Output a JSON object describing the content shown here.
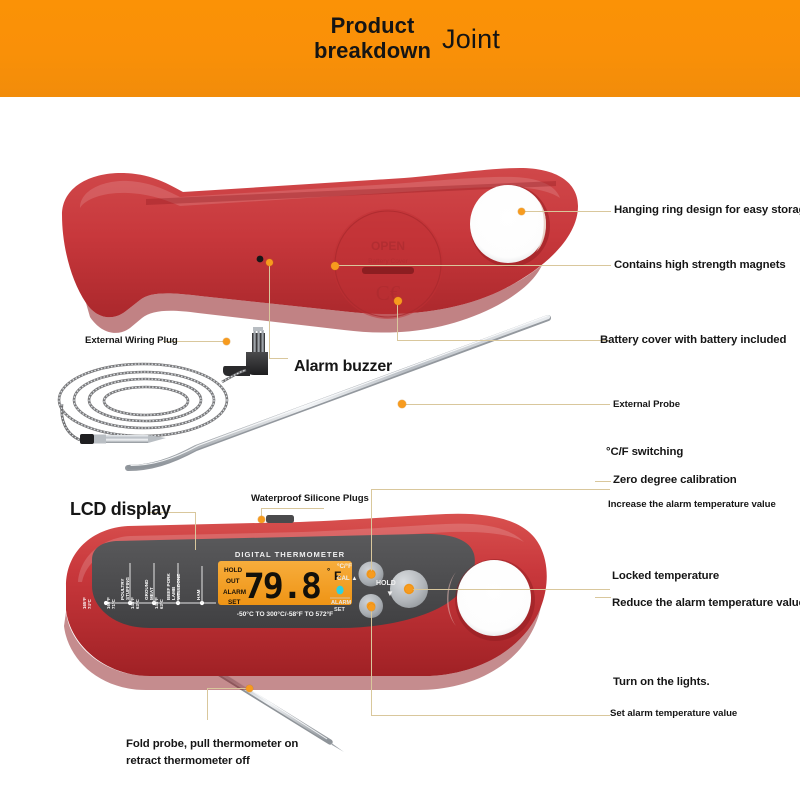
{
  "header": {
    "title_line1": "Product",
    "title_line2": "breakdown",
    "subtitle": "Joint",
    "bg_color": "#f99008"
  },
  "colors": {
    "accent_orange": "#f79b1e",
    "leader_line": "#d9c79c",
    "body_red": "#c9383c",
    "body_red_dark": "#a32327",
    "lcd_amber": "#f4a026",
    "panel_gray": "#4b4b4d",
    "led_cyan": "#2fd0e0",
    "steel": "#c9ccd0"
  },
  "callouts_right": [
    {
      "id": "hanging-ring",
      "label": "Hanging ring design for easy storage",
      "size": "md"
    },
    {
      "id": "magnets",
      "label": "Contains high strength magnets",
      "size": "md"
    },
    {
      "id": "battery-cover",
      "label": "Battery cover with battery included",
      "size": "md"
    },
    {
      "id": "external-probe",
      "label": "External Probe",
      "size": "sm"
    },
    {
      "id": "cf-switching",
      "label": "°C/F switching",
      "size": "md"
    },
    {
      "id": "zero-calibration",
      "label": "Zero degree calibration",
      "size": "md"
    },
    {
      "id": "increase-alarm",
      "label": "Increase the alarm temperature value",
      "size": "sm"
    },
    {
      "id": "locked-temp",
      "label": "Locked temperature",
      "size": "md"
    },
    {
      "id": "reduce-alarm",
      "label": "Reduce the alarm temperature value",
      "size": "md"
    },
    {
      "id": "turn-on-lights",
      "label": "Turn on the lights.",
      "size": "md"
    },
    {
      "id": "set-alarm",
      "label": "Set alarm temperature value",
      "size": "sm"
    }
  ],
  "callouts_left": [
    {
      "id": "external-wiring-plug",
      "label": "External Wiring Plug",
      "size": "sm"
    },
    {
      "id": "alarm-buzzer",
      "label": "Alarm buzzer",
      "size": "lg"
    },
    {
      "id": "lcd-display",
      "label": "LCD display",
      "size": "xl"
    },
    {
      "id": "waterproof-plugs",
      "label": "Waterproof Silicone Plugs",
      "size": "sm"
    }
  ],
  "caption_bottom": {
    "line1": "Fold probe, pull thermometer on",
    "line2": "retract thermometer off"
  },
  "device": {
    "lcd": {
      "brand_text": "DIGITAL THERMOMETER",
      "indicators": [
        "HOLD",
        "OUT",
        "ALARM",
        "SET"
      ],
      "reading": "79.8",
      "degree_symbol": "°",
      "unit": "F",
      "range_text": "-50°C TO 300°C/-58°F TO 572°F"
    },
    "buttons": [
      {
        "id": "cf-cal-button",
        "label_line1": "°C/°F",
        "label_line2": "CAL ▲",
        "style": "orange"
      },
      {
        "id": "alarm-set-button",
        "label_line1": "ALARM",
        "label_line2": "SET",
        "style": "orange"
      },
      {
        "id": "hold-button",
        "label_line1": "HOLD",
        "label_line2": "▼",
        "style": "gray"
      }
    ],
    "battery_cover": {
      "open_text": "OPEN",
      "mark": "CE"
    },
    "temp_guide": {
      "items": [
        {
          "food": "POULTRY\nSTUFFING",
          "temp": "165°F\n74°C"
        },
        {
          "food": "GROUND\nMEAT",
          "temp": "160°F\n71°C"
        },
        {
          "food": "BEEF PORK\nLAMB\nWELLDONE",
          "temp": "145°F\n63°C"
        },
        {
          "food": "HAM",
          "temp": "145°F\n63°C"
        }
      ]
    }
  }
}
